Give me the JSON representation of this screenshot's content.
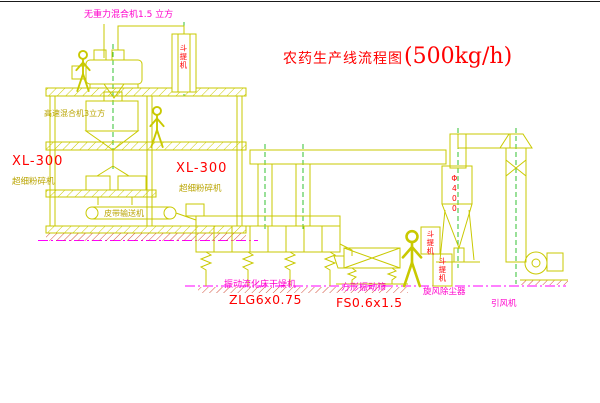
{
  "title": {
    "main": "农药生产线流程图",
    "capacity": "(500kg/h)"
  },
  "labels": {
    "top_mixer": "无重力混合机1.5 立方",
    "high_speed_mixer": "高速混合机3立方",
    "mill_left_model": "XL-300",
    "mill_left_name": "超细粉碎机",
    "mill_center_model": "XL-300",
    "mill_center_name": "超细粉碎机",
    "belt_conveyor": "皮带输送机",
    "dryer_name": "振动流化床干燥机",
    "dryer_model": "ZLG6x0.75",
    "screen_name": "方形振动筛",
    "screen_model": "FS0.6x1.5",
    "cyclone_name": "旋风除尘器",
    "cyclone_dia": "Φ400",
    "fan": "引风机",
    "elevator_top": "斗提机",
    "elevator_right_upper": "斗提机",
    "elevator_right_lower": "斗提机"
  },
  "colors": {
    "background": "#ffffff",
    "drawing_line": "#c9c900",
    "text_red": "#ff0000",
    "text_magenta": "#ff00cc",
    "text_olive": "#b9a400",
    "centerline_green": "#00b300",
    "ground_hatch_red": "#d2503c",
    "baseline_magenta": "#ff00ff"
  }
}
